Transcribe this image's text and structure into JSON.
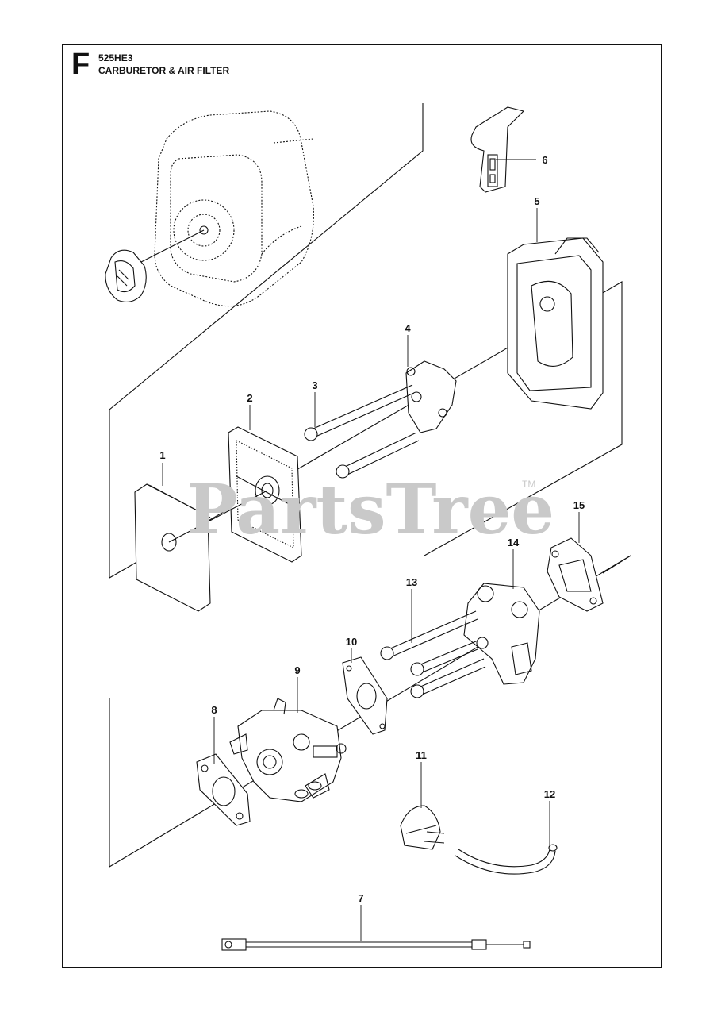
{
  "header": {
    "section_letter": "F",
    "model": "525HE3",
    "title": "CARBURETOR & AIR FILTER"
  },
  "watermark": {
    "text": "PartsTree",
    "trademark": "TM"
  },
  "callouts": [
    {
      "id": "c1",
      "label": "1"
    },
    {
      "id": "c2",
      "label": "2"
    },
    {
      "id": "c3",
      "label": "3"
    },
    {
      "id": "c4",
      "label": "4"
    },
    {
      "id": "c5",
      "label": "5"
    },
    {
      "id": "c6",
      "label": "6"
    },
    {
      "id": "c7",
      "label": "7"
    },
    {
      "id": "c8",
      "label": "8"
    },
    {
      "id": "c9",
      "label": "9"
    },
    {
      "id": "c10",
      "label": "10"
    },
    {
      "id": "c11",
      "label": "11"
    },
    {
      "id": "c12",
      "label": "12"
    },
    {
      "id": "c13",
      "label": "13"
    },
    {
      "id": "c14",
      "label": "14"
    },
    {
      "id": "c15",
      "label": "15"
    }
  ],
  "colors": {
    "line": "#111111",
    "watermark": "#c9c9c9",
    "background": "#ffffff"
  }
}
